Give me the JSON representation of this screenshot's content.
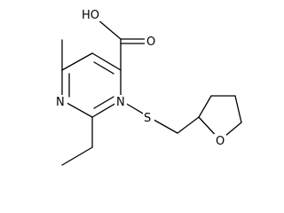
{
  "structure": {
    "atoms": {
      "hydroxyl": "HO",
      "carbonyl_oxygen": "O",
      "ring_nitrogen_left": "N",
      "ring_nitrogen_right": "N",
      "sulfur": "S",
      "ring_oxygen": "O"
    },
    "colors": {
      "bond": "#000000",
      "label": "#000000",
      "background": "#ffffff"
    }
  }
}
